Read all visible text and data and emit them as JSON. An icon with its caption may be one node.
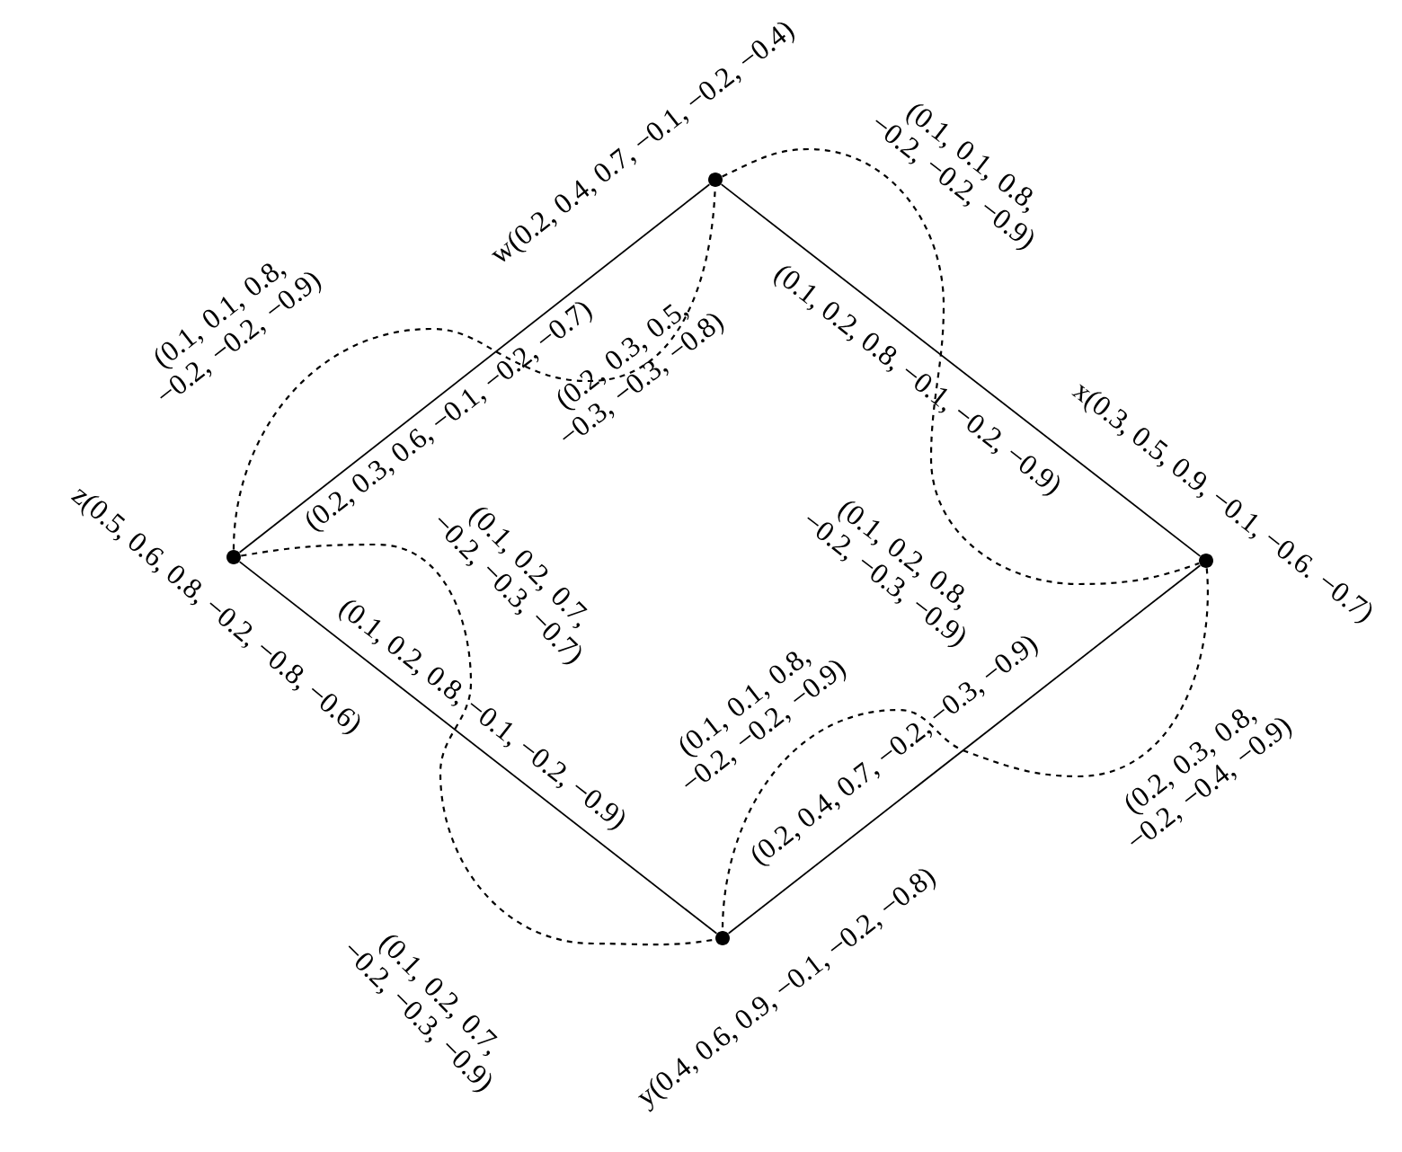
{
  "diagram": {
    "nodes": [
      {
        "text": [
          "w(0.2, 0.4, 0.7, −0.1, −0.2, −0.4)"
        ]
      },
      {
        "text": [
          "x(0.3, 0.5, 0.9, −0.1, −0.6. −0.7)"
        ]
      },
      {
        "text": [
          "y(0.4, 0.6, 0.9, −0.1, −0.2, −0.8)"
        ]
      },
      {
        "text": [
          "z(0.5, 0.6, 0.8, −0.2, −0.8, −0.6)"
        ]
      }
    ],
    "edges": [
      {
        "from": 3,
        "to": 0,
        "arrow": "none",
        "label": "(0.2, 0.3, 0.6, −0.1, −0.2, −0.7)"
      },
      {
        "from": 0,
        "to": 1,
        "arrow": "none",
        "label": "(0.1, 0.2, 0.8, −0.1, −0.2, −0.9)"
      },
      {
        "from": 2,
        "to": 1,
        "arrow": "none",
        "label": "(0.2, 0.4, 0.7, −0.2, −0.3, −0.9)"
      },
      {
        "from": 3,
        "to": 2,
        "arrow": "none",
        "label": "(0.1, 0.2, 0.8, −0.1, −0.2, −0.9)"
      },
      {
        "from": 3,
        "to": 0,
        "arrow": "none",
        "style": "dashed"
      },
      {
        "from": 0,
        "to": 1,
        "arrow": "none",
        "style": "dashed"
      },
      {
        "from": 1,
        "to": 2,
        "arrow": "none",
        "style": "dashed"
      },
      {
        "from": 3,
        "to": 2,
        "arrow": "none",
        "style": "dashed"
      }
    ],
    "labels": [
      "(0.1, 0.1, 0.8, −0.2, −0.2, −0.9)",
      "(0.1, 0.1, 0.8, −0.2, −0.2, −0.9)",
      "(0.2, 0.3, 0.5, −0.3, −0.3, −0.8)",
      "(0.1, 0.2, 0.7, −0.2, −0.3, −0.7)",
      "(0.1, 0.2, 0.8, −0.2, −0.3, −0.9)",
      "(0.1, 0.1, 0.8, −0.2, −0.2, −0.9)",
      "(0.2, 0.3, 0.8, −0.2, −0.4, −0.9)",
      "(0.1, 0.2, 0.7, −0.2, −0.3, −0.9)"
    ]
  }
}
